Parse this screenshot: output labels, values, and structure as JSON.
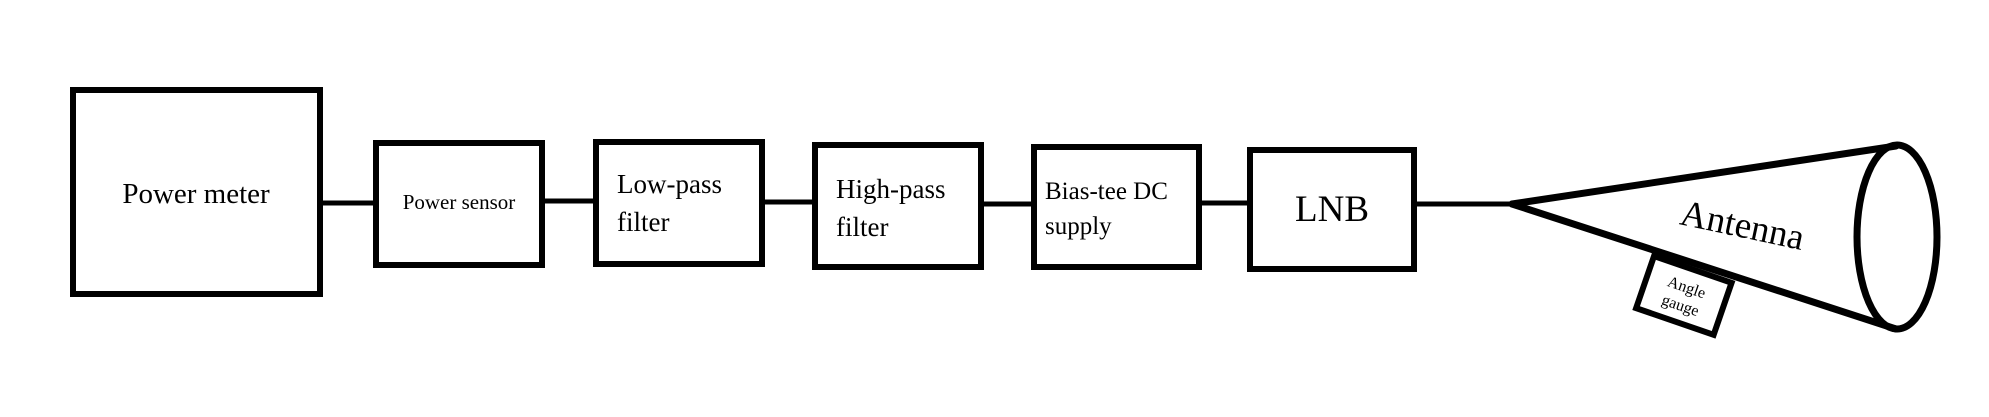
{
  "diagram": {
    "blocks": {
      "power_meter": {
        "label": "Power meter"
      },
      "power_sensor": {
        "label": "Power sensor"
      },
      "low_pass_filter": {
        "line1": "Low-pass",
        "line2": "filter"
      },
      "high_pass_filter": {
        "line1": "High-pass",
        "line2": "filter"
      },
      "bias_tee": {
        "line1": "Bias-tee DC",
        "line2": "supply"
      },
      "lnb": {
        "label": "LNB"
      }
    },
    "antenna": {
      "label": "Antenna",
      "gauge_line1": "Angle",
      "gauge_line2": "gauge"
    }
  }
}
